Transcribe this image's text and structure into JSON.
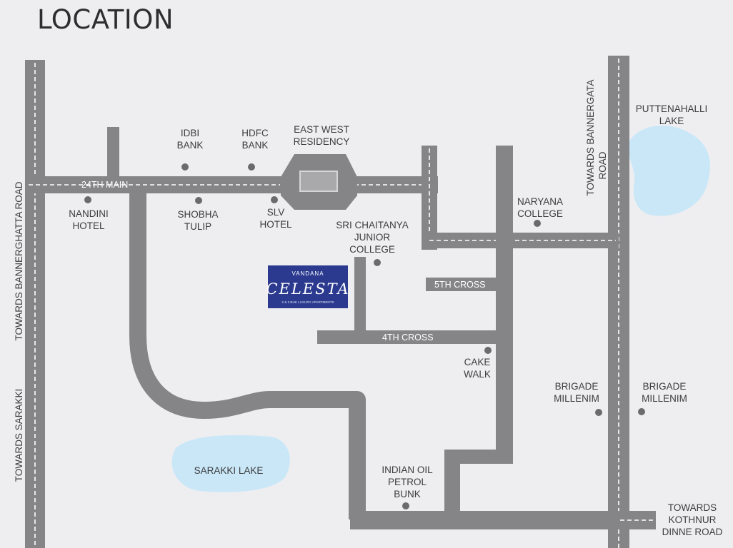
{
  "title": "LOCATION",
  "roads": {
    "main_24th": "24TH MAIN",
    "cross_5th": "5TH CROSS",
    "cross_4th": "4TH CROSS"
  },
  "directions": {
    "bannerghatta": "TOWARDS BANNERGHATTA ROAD",
    "sarakki": "TOWARDS SARAKKI",
    "bannergata": [
      "TOWARDS BANNERGATA",
      "ROAD"
    ],
    "kothnur": [
      "TOWARDS",
      "KOTHNUR",
      "DINNE ROAD"
    ]
  },
  "landmarks": {
    "idbi": [
      "IDBI",
      "BANK"
    ],
    "hdfc": [
      "HDFC",
      "BANK"
    ],
    "eastwest": [
      "EAST WEST",
      "RESIDENCY"
    ],
    "nandini": [
      "NANDINI",
      "HOTEL"
    ],
    "shobha": [
      "SHOBHA",
      "TULIP"
    ],
    "slv": [
      "SLV",
      "HOTEL"
    ],
    "chaitanya": [
      "SRI CHAITANYA",
      "JUNIOR",
      "COLLEGE"
    ],
    "naryana": [
      "NARYANA",
      "COLLEGE"
    ],
    "puttenahalli": [
      "PUTTENAHALLI",
      "LAKE"
    ],
    "cakewalk": [
      "CAKE",
      "WALK"
    ],
    "brigade_left": [
      "BRIGADE",
      "MILLENIM"
    ],
    "brigade_right": [
      "BRIGADE",
      "MILLENIM"
    ],
    "sarakki_lake": "SARAKKI LAKE",
    "indian_oil": [
      "INDIAN OIL",
      "PETROL",
      "BUNK"
    ]
  },
  "logo": {
    "top": "VANDANA",
    "name": "CELESTA",
    "tagline": "2 & 3 BHK LUXURY APARTMENTS",
    "bg": "#2b3a8f"
  },
  "colors": {
    "background": "#eeeef1",
    "road": "#858587",
    "lake": "#c9e7f7"
  }
}
